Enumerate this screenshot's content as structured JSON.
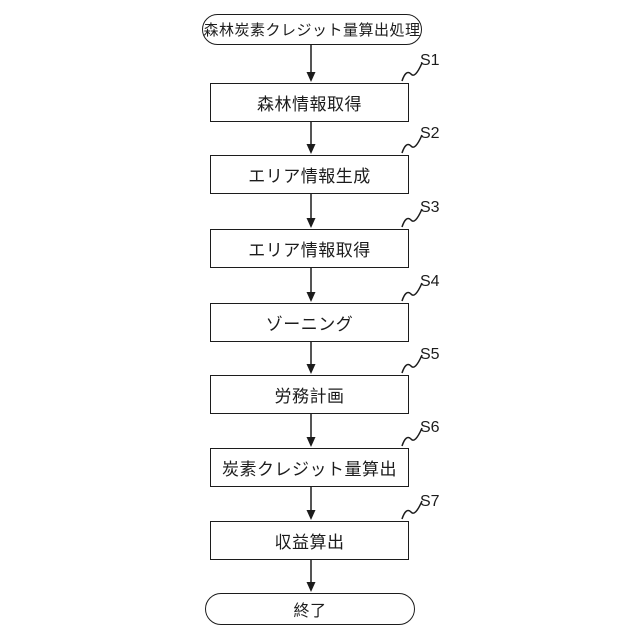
{
  "diagram": {
    "start_label": "森林炭素クレジット量算出処理",
    "end_label": "終了",
    "steps": [
      {
        "id": "S1",
        "label": "森林情報取得"
      },
      {
        "id": "S2",
        "label": "エリア情報生成"
      },
      {
        "id": "S3",
        "label": "エリア情報取得"
      },
      {
        "id": "S4",
        "label": "ゾーニング"
      },
      {
        "id": "S5",
        "label": "労務計画"
      },
      {
        "id": "S6",
        "label": "炭素クレジット量算出"
      },
      {
        "id": "S7",
        "label": "収益算出"
      }
    ],
    "colors": {
      "line": "#1c1c1c",
      "background": "#ffffff",
      "box_fill": "#ffffff"
    }
  }
}
